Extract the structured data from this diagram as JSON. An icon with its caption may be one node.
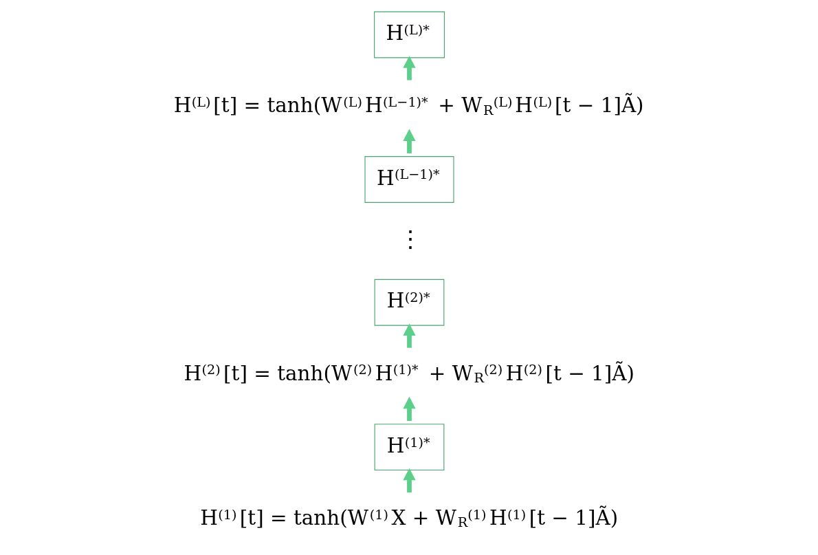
{
  "diagram": {
    "nodes": [
      {
        "text": [
          "H$^{(L)*}$"
        ]
      },
      {
        "text": [
          "H$^{(L)}$[t] = tanh(W$^{(L)}$H$^{(L−1)*}$ + W$_{R}$$^{(L)}$H$^{(L)}$[t − 1]Ã)"
        ]
      },
      {
        "text": [
          "H$^{(L−1)*}$"
        ]
      },
      {
        "text": [
          "H$^{(2)*}$"
        ]
      },
      {
        "text": [
          "H$^{(2)}$[t] = tanh(W$^{(2)}$H$^{(1)*}$ + W$_{R}$$^{(2)}$H$^{(2)}$[t − 1]Ã)"
        ]
      },
      {
        "text": [
          "H$^{(1)*}$"
        ]
      },
      {
        "text": [
          "H$^{(1)}$[t] = tanh(W$^{(1)}$X + W$_{R}$$^{(1)}$H$^{(1)}$[t − 1]Ã)"
        ]
      }
    ],
    "edges": [
      {
        "from": 6,
        "to": 5,
        "arrow": "to"
      },
      {
        "from": 5,
        "to": 4,
        "arrow": "to"
      },
      {
        "from": 4,
        "to": 3,
        "arrow": "to"
      },
      {
        "from": 2,
        "to": 1,
        "arrow": "to"
      },
      {
        "from": 1,
        "to": 0,
        "arrow": "to"
      }
    ],
    "labels": [
      "⋮"
    ]
  }
}
